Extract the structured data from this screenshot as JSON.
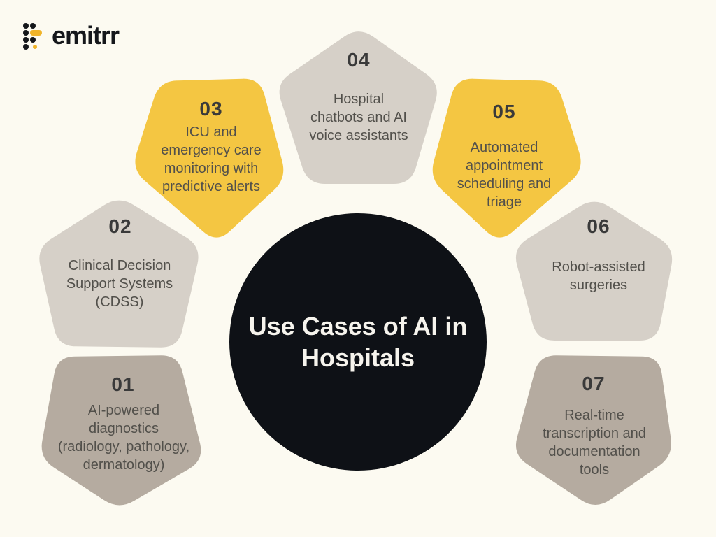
{
  "logo": {
    "text": "emitrr",
    "icon_black": "#15171B",
    "icon_yellow": "#F0B42A"
  },
  "center": {
    "title_lines": [
      "Use Cases of AI in",
      "Hospitals"
    ],
    "bg_color": "#0E1116",
    "text_color": "#F6F4ED"
  },
  "colors": {
    "yellow": "#F4C642",
    "lightgray": "#D6D0C8",
    "taupe": "#B5ABA0",
    "background": "#FCFAF1"
  },
  "petals": [
    {
      "number": "01",
      "color": "taupe",
      "lines": [
        "AI-powered",
        "diagnostics",
        "(radiology, pathology,",
        "dermatology)"
      ]
    },
    {
      "number": "02",
      "color": "lightgray",
      "lines": [
        "Clinical Decision",
        "Support Systems",
        "(CDSS)"
      ]
    },
    {
      "number": "03",
      "color": "yellow",
      "lines": [
        "ICU and",
        "emergency care",
        "monitoring with",
        "predictive alerts"
      ]
    },
    {
      "number": "04",
      "color": "lightgray",
      "lines": [
        "Hospital",
        "chatbots and AI",
        "voice assistants"
      ]
    },
    {
      "number": "05",
      "color": "yellow",
      "lines": [
        "Automated",
        "appointment",
        "scheduling and",
        "triage"
      ]
    },
    {
      "number": "06",
      "color": "lightgray",
      "lines": [
        "Robot-assisted",
        "surgeries"
      ]
    },
    {
      "number": "07",
      "color": "taupe",
      "lines": [
        "Real-time",
        "transcription and",
        "documentation",
        "tools"
      ]
    }
  ]
}
